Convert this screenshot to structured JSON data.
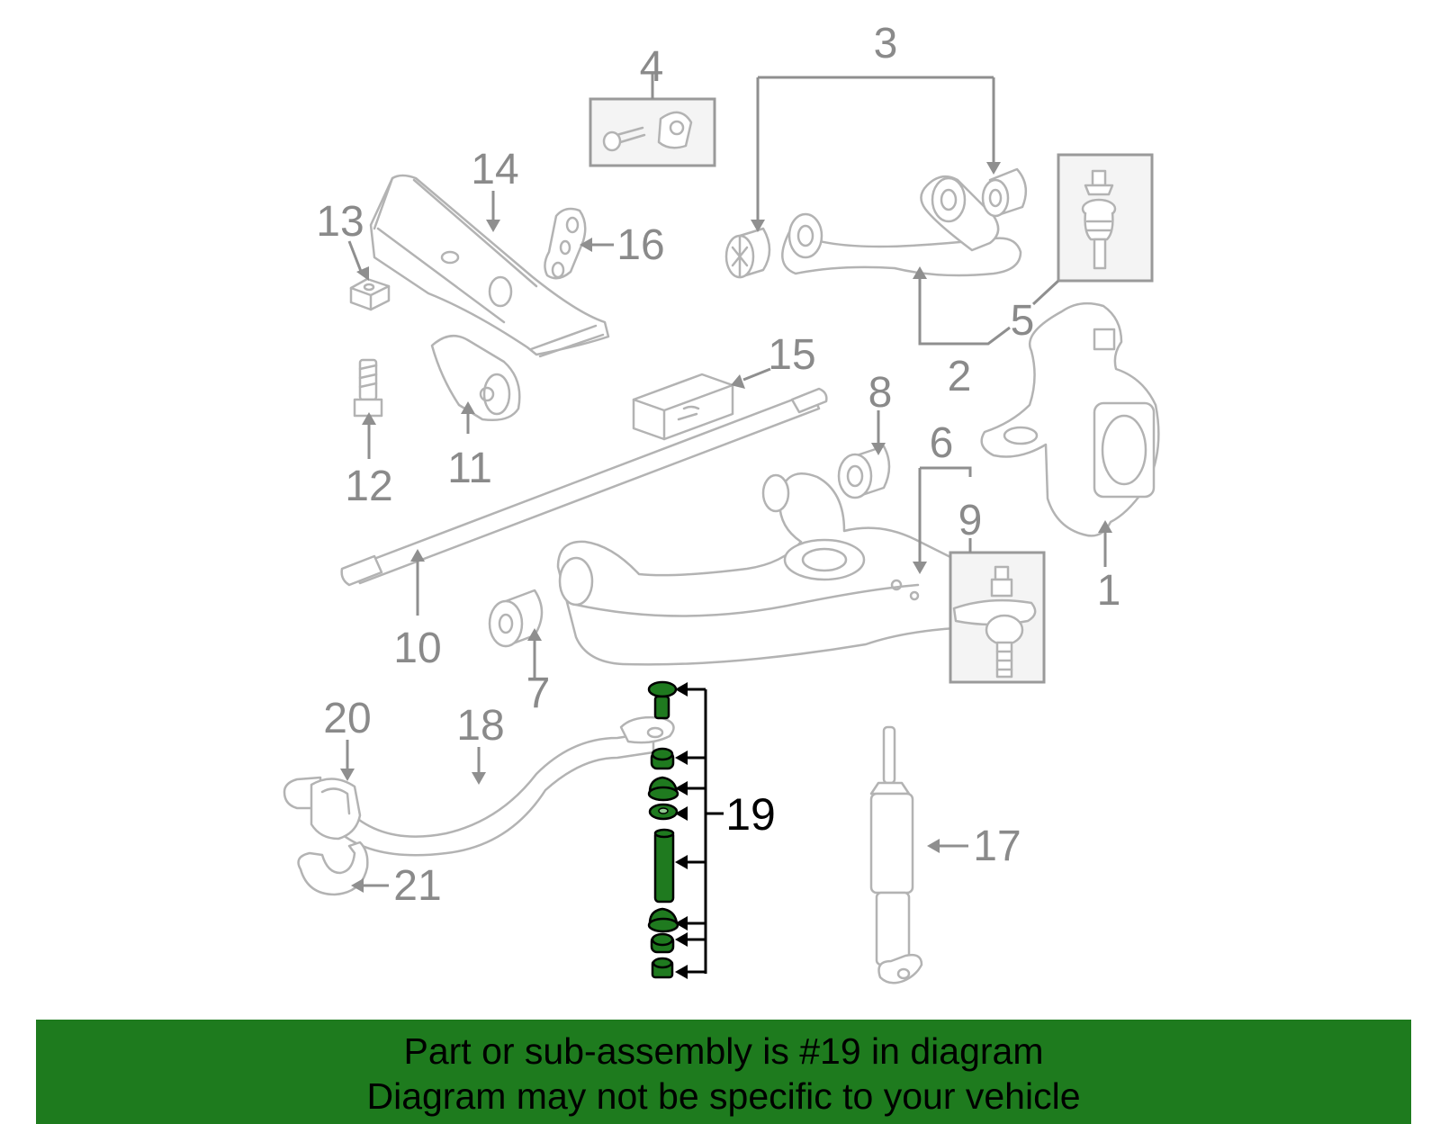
{
  "callouts": {
    "c1": "1",
    "c2": "2",
    "c3": "3",
    "c4": "4",
    "c5": "5",
    "c6": "6",
    "c7": "7",
    "c8": "8",
    "c9": "9",
    "c10": "10",
    "c11": "11",
    "c12": "12",
    "c13": "13",
    "c14": "14",
    "c15": "15",
    "c16": "16",
    "c17": "17",
    "c18": "18",
    "c19": "19",
    "c20": "20",
    "c21": "21"
  },
  "highlighted_part": "19",
  "colors": {
    "highlight": "#1f7a1f",
    "banner": "#1e7b1e",
    "parts": "#b3b3b3",
    "labels": "#8a8a8a"
  },
  "banner": {
    "line1": "Part or sub-assembly is #19 in diagram",
    "line2": "Diagram may not be specific to your vehicle"
  }
}
